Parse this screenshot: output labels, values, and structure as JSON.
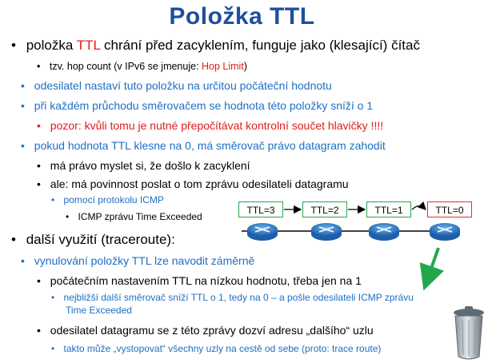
{
  "title": "Položka TTL",
  "bullets": {
    "b1_pre": "položka ",
    "b1_ttl": "TTL",
    "b1_post": " chrání před zacyklením, funguje jako (klesající) čítač",
    "b1a_pre": "tzv. hop count  (v IPv6 se jmenuje: ",
    "b1a_hl": "Hop Limit",
    "b1a_post": ")",
    "b1b": "odesilatel nastaví tuto položku na určitou počáteční hodnotu",
    "b1c": "při každém průchodu směrovačem se hodnota této položky sníží o 1",
    "b1d": "pozor: kvůli tomu je nutné přepočítávat kontrolní součet hlavičky !!!!",
    "b1e": "pokud hodnota TTL klesne na 0, má směrovač právo datagram zahodit",
    "b1e1": "má právo myslet si, že došlo k zacyklení",
    "b1e2": "ale: má povinnost poslat o tom zprávu odesilateli datagramu",
    "b1e2a": "pomocí protokolu ICMP",
    "b1e2a1": "ICMP zprávu Time Exceeded",
    "b2": "další využití (traceroute):",
    "b2a": "vynulování položky TTL lze navodit záměrně",
    "b2a1": "počátečním nastavením TTL na nízkou hodnotu, třeba jen na 1",
    "b2a1a_1": "nejbližší další směrovač sníží TTL o 1, tedy na 0 – a pošle odesilateli ICMP zprávu",
    "b2a1a_2": "Time Exceeded",
    "b2a2": "odesilatel datagramu se z této zprávy dozví adresu „dalšího“ uzlu",
    "b2a2a": "takto může „vystopovat“ všechny uzly na cestě od sebe  (proto: trace route)"
  },
  "diagram": {
    "ttl_labels": [
      "TTL=3",
      "TTL=2",
      "TTL=1",
      "TTL=0"
    ]
  },
  "colors": {
    "title": "#1f4e9c",
    "blue_text": "#1e6fc3",
    "red_text": "#e31b1b",
    "ttl_box_border": "#22a84a",
    "ttl_zero_border": "#e0302a",
    "arrow_green": "#22a84a",
    "router": "#2b7bd1"
  },
  "icons": {
    "bullet": "bullet-dot-icon",
    "router": "router-icon",
    "trash": "trash-bin-icon"
  }
}
